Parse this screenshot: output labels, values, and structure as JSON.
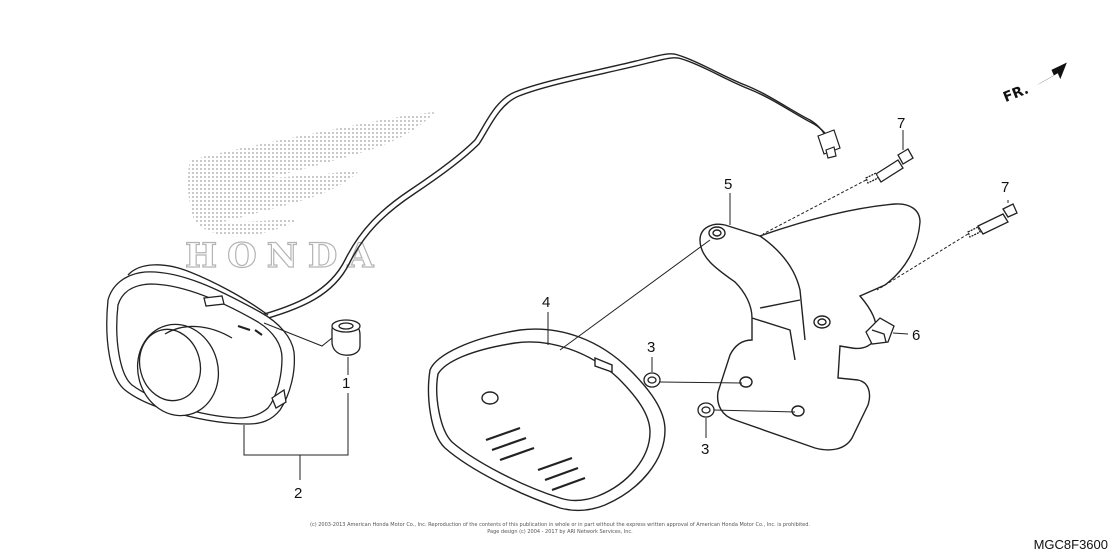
{
  "diagram": {
    "brand_watermark": "HONDA",
    "front_indicator": "FR.",
    "drawing_code": "MGC8F3600",
    "copyright_line1": "(c) 2003-2013 American Honda Motor Co., Inc. Reproduction of the contents of this publication in whole or in part without the express written approval of American Honda Motor Co., Inc. is prohibited.",
    "copyright_line2": "Page design (c) 2004 - 2017 by ARI Network Services, Inc.",
    "callouts": [
      "1",
      "2",
      "3",
      "3",
      "4",
      "5",
      "6",
      "7",
      "7"
    ]
  }
}
